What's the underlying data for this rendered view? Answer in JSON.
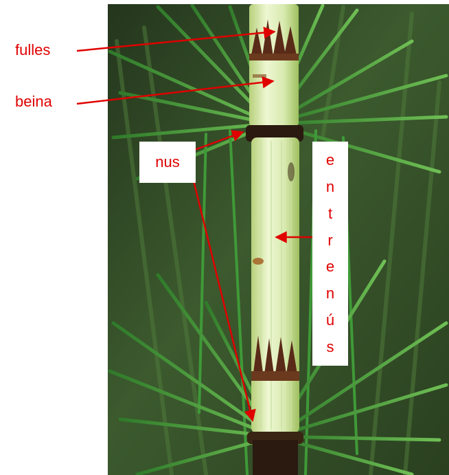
{
  "labels": {
    "fulles": "fulles",
    "beina": "beina",
    "nus": "nus",
    "entrenus": [
      "e",
      "n",
      "t",
      "r",
      "e",
      "n",
      "ú",
      "s"
    ]
  },
  "colors": {
    "label_text": "#e00000",
    "arrow": "#e00000",
    "stem": "#d9ebb0",
    "needles": "#3f8f3a",
    "background_foliage": "#2f4a25"
  }
}
